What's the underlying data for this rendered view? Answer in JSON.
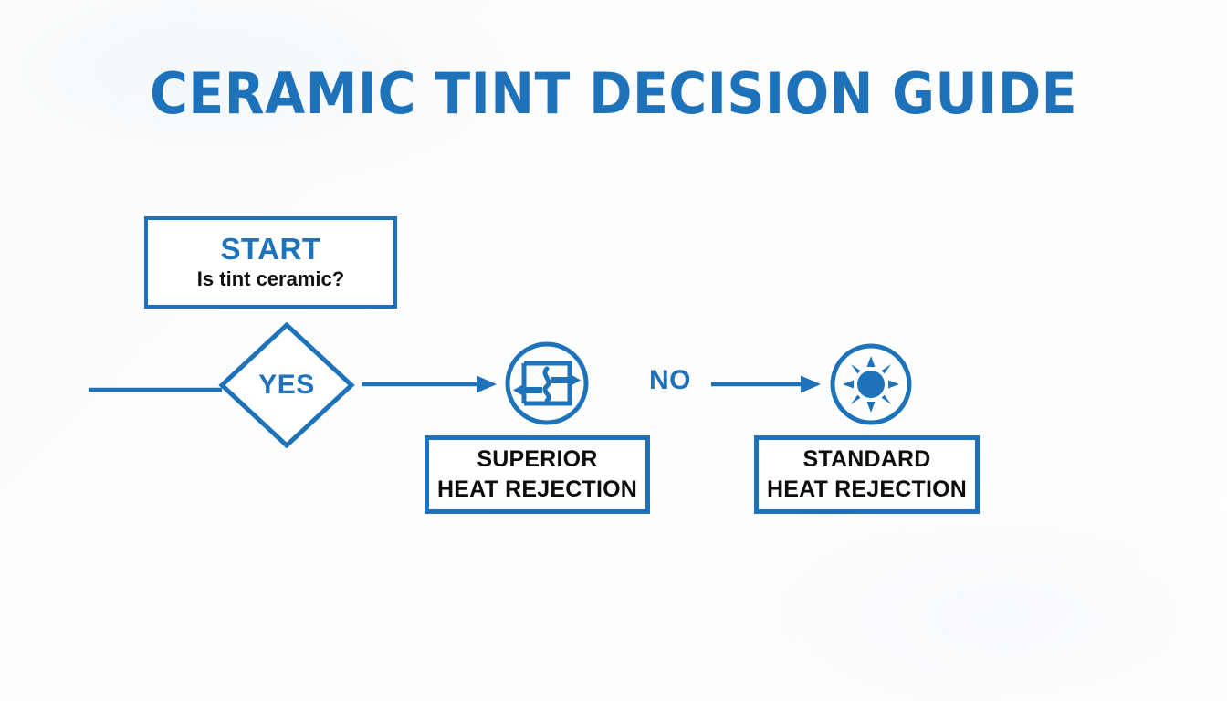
{
  "page": {
    "title": "CERAMIC TINT DECISION GUIDE",
    "background_color": "#fbfcfd",
    "accent_color": "#1e72ba",
    "text_color": "#0d0d0d"
  },
  "flow": {
    "start_node": {
      "heading": "START",
      "question": "Is tint ceramic?"
    },
    "decision_node": {
      "label": "YES",
      "shape": "diamond"
    },
    "no_branch": {
      "label": "NO"
    },
    "icons": {
      "heat_transfer": "heat-transfer-icon",
      "sun": "sun-icon"
    },
    "outcomes": [
      {
        "id": "superior",
        "line1": "SUPERIOR",
        "line2": "HEAT REJECTION",
        "icon": "heat-transfer-icon"
      },
      {
        "id": "standard",
        "line1": "STANDARD",
        "line2": "HEAT REJECTION",
        "icon": "sun-icon"
      }
    ],
    "connectors": [
      {
        "id": "entry-to-diamond",
        "type": "line",
        "arrowhead": false
      },
      {
        "id": "diamond-to-superior",
        "type": "arrow",
        "arrowhead": true
      },
      {
        "id": "no-to-standard",
        "type": "arrow",
        "arrowhead": true
      }
    ]
  }
}
